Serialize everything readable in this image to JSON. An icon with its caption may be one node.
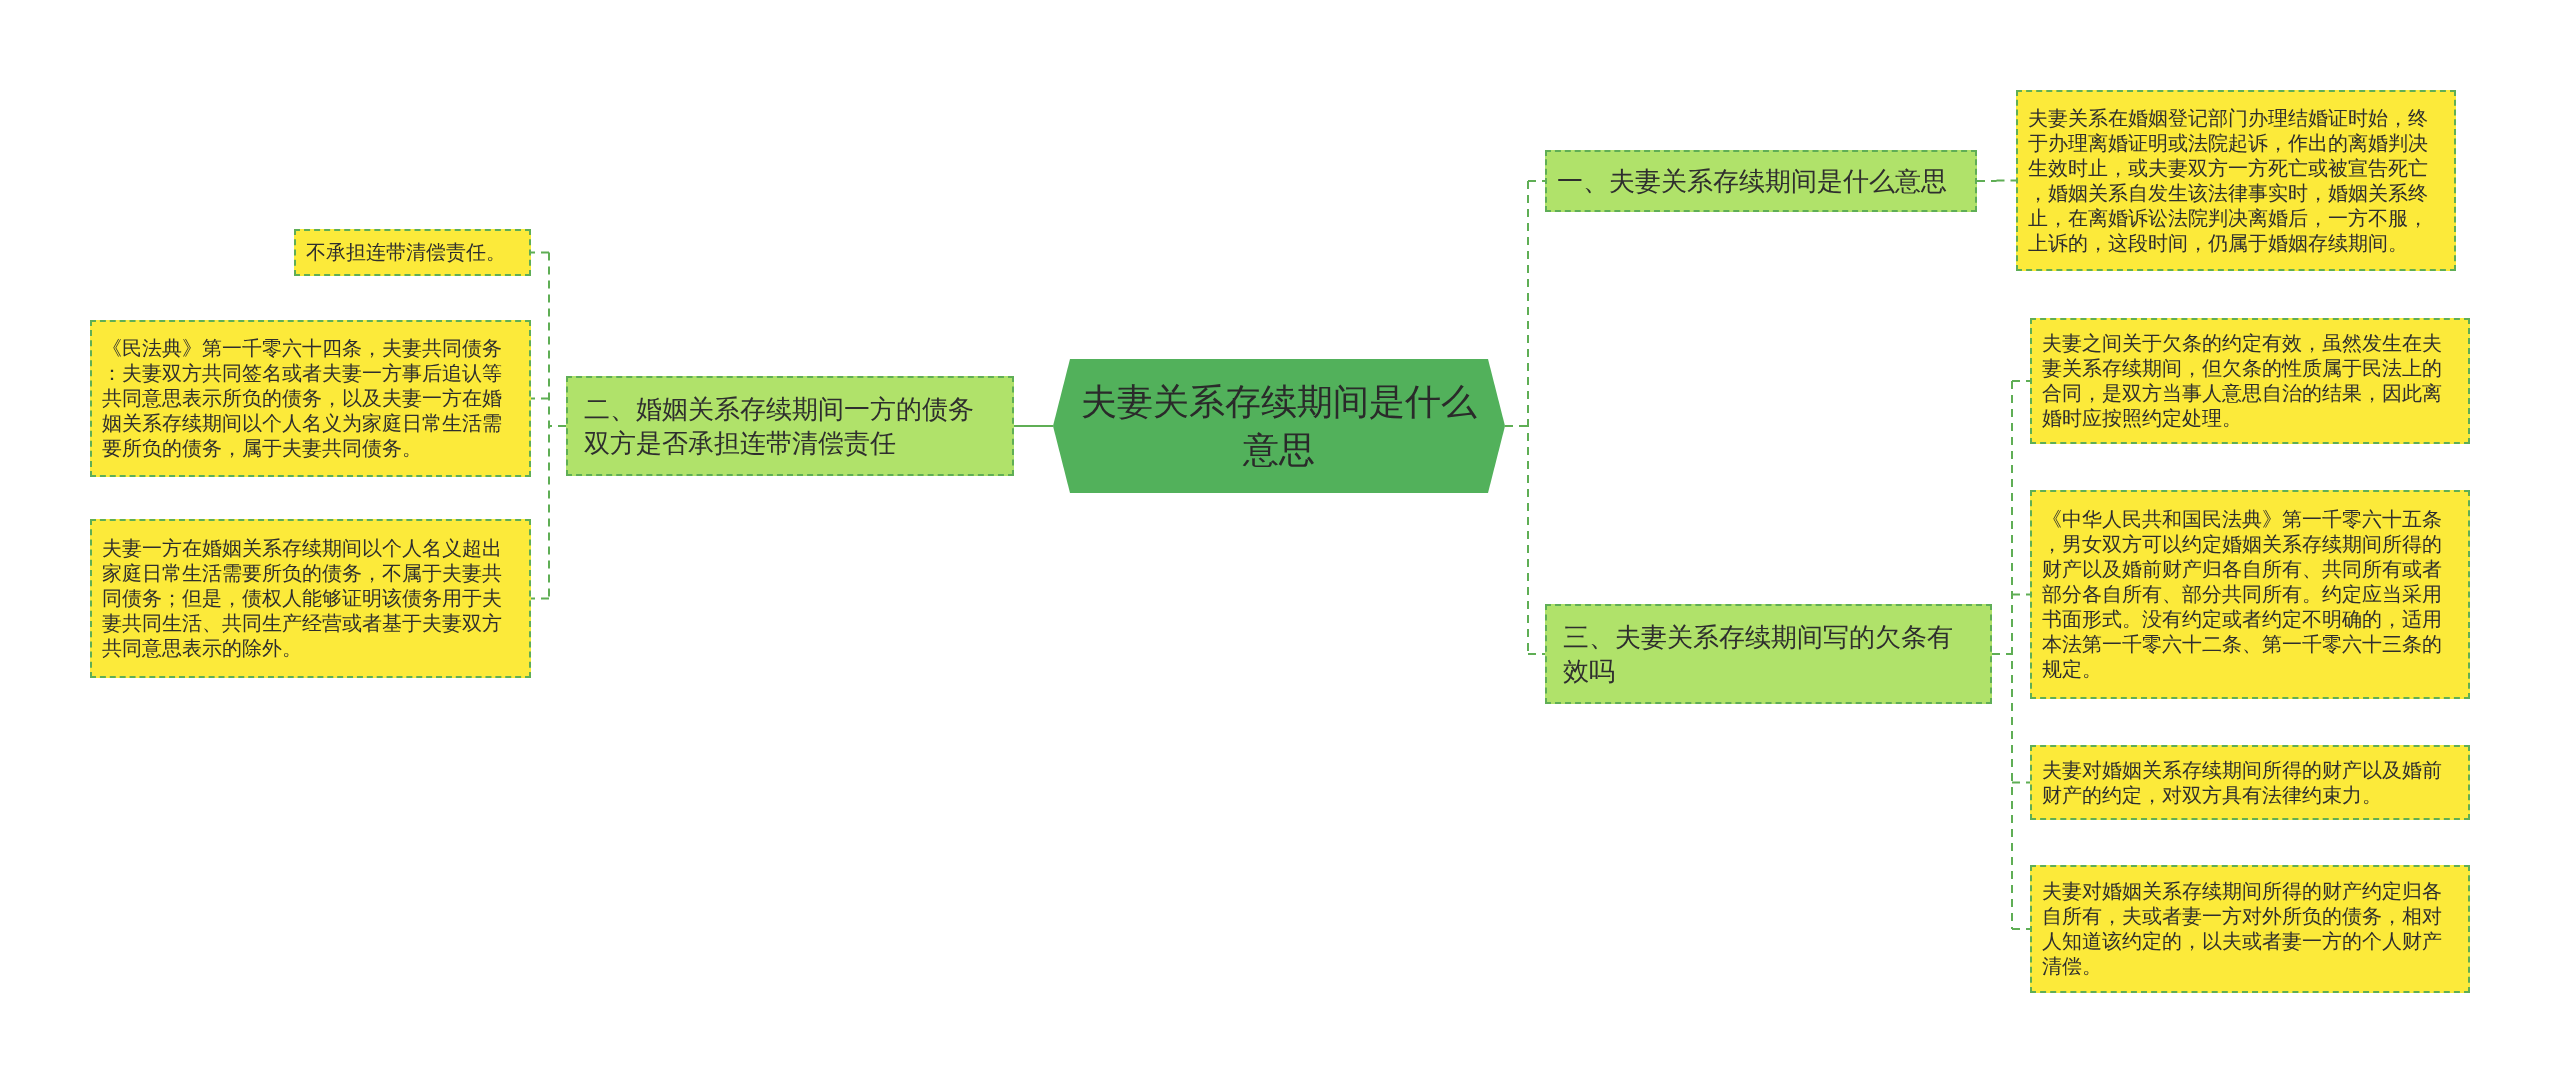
{
  "diagram": {
    "nodes": [
      {
        "text": [
          "夫妻关系存续期间是什么意思"
        ]
      },
      {
        "text": [
          "一、夫妻关系存续期间是什么意思"
        ]
      },
      {
        "text": [
          "夫妻关系在婚姻登记部门办理结婚证时始，终于办理离婚证明或法院起诉，作出的离婚判决生效时止，或夫妻双方一方死亡或被宣告死亡，婚姻关系自发生该法律事实时，婚姻关系终止，在离婚诉讼法院判决离婚后，一方不服，上诉的，这段时间，仍属于婚姻存续期间。"
        ]
      },
      {
        "text": [
          "二、婚姻关系存续期间一方的债务双方是否承担连带清偿责任"
        ]
      },
      {
        "text": [
          "不承担连带清偿责任。"
        ]
      },
      {
        "text": [
          "《民法典》第一千零六十四条，夫妻共同债务：夫妻双方共同签名或者夫妻一方事后追认等共同意思表示所负的债务，以及夫妻一方在婚姻关系存续期间以个人名义为家庭日常生活需要所负的债务，属于夫妻共同债务。"
        ]
      },
      {
        "text": [
          "夫妻一方在婚姻关系存续期间以个人名义超出家庭日常生活需要所负的债务，不属于夫妻共同债务；但是，债权人能够证明该债务用于夫妻共同生活、共同生产经营或者基于夫妻双方共同意思表示的除外。"
        ]
      },
      {
        "text": [
          "三、夫妻关系存续期间写的欠条有效吗"
        ]
      },
      {
        "text": [
          "夫妻之间关于欠条的约定有效，虽然发生在夫妻关系存续期间，但欠条的性质属于民法上的合同，是双方当事人意思自治的结果，因此离婚时应按照约定处理。"
        ]
      },
      {
        "text": [
          "《中华人民共和国民法典》第一千零六十五条，男女双方可以约定婚姻关系存续期间所得的财产以及婚前财产归各自所有、共同所有或者部分各自所有、部分共同所有。约定应当采用书面形式。没有约定或者约定不明确的，适用本法第一千零六十二条、第一千零六十三条的规定。"
        ]
      },
      {
        "text": [
          "夫妻对婚姻关系存续期间所得的财产以及婚前财产的约定，对双方具有法律约束力。"
        ]
      },
      {
        "text": [
          "夫妻对婚姻关系存续期间所得的财产约定归各自所有，夫或者妻一方对外所负的债务，相对人知道该约定的，以夫或者妻一方的个人财产清偿。"
        ]
      }
    ],
    "edges": [
      {
        "from": 0,
        "to": 1,
        "arrow": "none",
        "style": "dashed"
      },
      {
        "from": 1,
        "to": 2,
        "arrow": "none",
        "style": "dashed"
      },
      {
        "from": 0,
        "to": 3,
        "arrow": "none"
      },
      {
        "from": 3,
        "to": 4,
        "arrow": "none",
        "style": "dashed"
      },
      {
        "from": 3,
        "to": 5,
        "arrow": "none",
        "style": "dashed"
      },
      {
        "from": 3,
        "to": 6,
        "arrow": "none",
        "style": "dashed"
      },
      {
        "from": 0,
        "to": 7,
        "arrow": "none",
        "style": "dashed"
      },
      {
        "from": 7,
        "to": 8,
        "arrow": "none",
        "style": "dashed"
      },
      {
        "from": 7,
        "to": 9,
        "arrow": "none",
        "style": "dashed"
      },
      {
        "from": 7,
        "to": 10,
        "arrow": "none",
        "style": "dashed"
      },
      {
        "from": 7,
        "to": 11,
        "arrow": "none",
        "style": "dashed"
      }
    ]
  }
}
